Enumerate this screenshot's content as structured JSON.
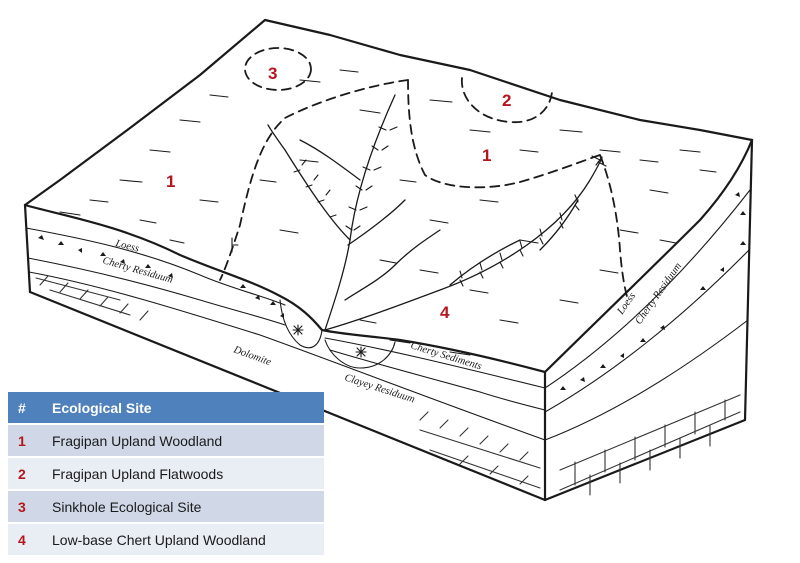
{
  "diagram": {
    "site_labels": [
      {
        "id": "label-1-west",
        "text": "1"
      },
      {
        "id": "label-1-east",
        "text": "1"
      },
      {
        "id": "label-2",
        "text": "2"
      },
      {
        "id": "label-3",
        "text": "3"
      },
      {
        "id": "label-4",
        "text": "4"
      }
    ],
    "layers": {
      "loess_front": "Loess",
      "cherty_residuum_front": "Cherty Residuum",
      "dolomite": "Dolomite",
      "clayey_residuum": "Clayey Residuum",
      "cherty_sediments": "Cherty Sediments",
      "loess_side": "Loess",
      "cherty_residuum_side": "Cherty Residuum"
    },
    "colors": {
      "site_number": "#b5161e",
      "legend_header": "#4f81bd",
      "legend_row_dark": "#d0d8e8",
      "legend_row_light": "#e9edf4",
      "ink": "#1a1a1a"
    }
  },
  "legend": {
    "header_num": "#",
    "header_site": "Ecological Site",
    "rows": [
      {
        "num": "1",
        "site": "Fragipan Upland Woodland"
      },
      {
        "num": "2",
        "site": "Fragipan Upland Flatwoods"
      },
      {
        "num": "3",
        "site": "Sinkhole Ecological Site"
      },
      {
        "num": "4",
        "site": "Low-base Chert Upland Woodland"
      }
    ]
  }
}
